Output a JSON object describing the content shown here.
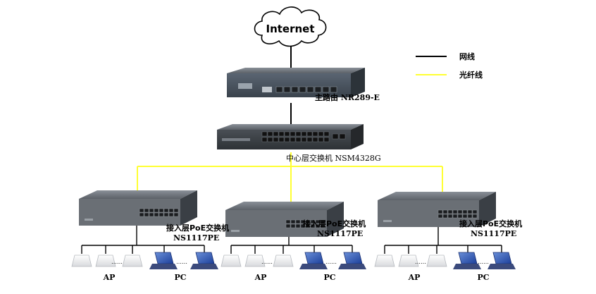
{
  "cloud": {
    "label": "Internet"
  },
  "legend": {
    "items": [
      {
        "label": "网线",
        "color": "#000000"
      },
      {
        "label": "光纤线",
        "color": "#ffff33"
      }
    ]
  },
  "router": {
    "label": "主路由 NR289-E"
  },
  "core_switch": {
    "label": "中心层交换机 NSM4328G"
  },
  "access_switches": [
    {
      "line1": "接入层PoE交换机",
      "line2": "NS1117PE"
    },
    {
      "line1": "接入层PoE交换机",
      "line2": "NS1117PE"
    },
    {
      "line1": "接入层PoE交换机",
      "line2": "NS1117PE"
    }
  ],
  "client_labels": {
    "ap": "AP",
    "pc": "PC",
    "dots": "……"
  }
}
